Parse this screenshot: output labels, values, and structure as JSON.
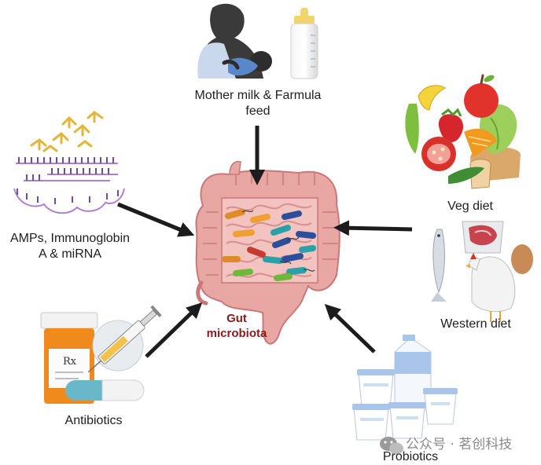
{
  "labels": {
    "mother_line1": "Mother milk & Farmula",
    "mother_line2": "feed",
    "amps_line1": "AMPs, Immunoglobin",
    "amps_line2": "A & miRNA",
    "veg": "Veg diet",
    "western": "Western diet",
    "antibiotics": "Antibiotics",
    "probiotics": "Probiotics",
    "gut_line1": "Gut",
    "gut_line2": "microbiota",
    "rx": "Rx"
  },
  "watermark": "公众号 · 茗创科技",
  "colors": {
    "arrow": "#1c1c1c",
    "gut_label": "#8b1a1a",
    "intestine": "#e8a7a2",
    "intestine_dark": "#c9787a",
    "rna_purple": "#b07fd0",
    "antibody": "#e3b53a",
    "pill_bottle": "#f08a1c",
    "carton_blue": "#a9c6ea"
  },
  "icons": {
    "center": "gut-intestine-icon",
    "top": "mother-feeding-baby-icon",
    "top_right": "vegetables-fruits-icon",
    "right": "fish-meat-chicken-egg-icon",
    "bottom_right": "dairy-yogurt-milk-icon",
    "bottom_left": "antibiotic-bottle-syringe-capsule-icon",
    "left": "antibody-rna-icon",
    "watermark": "wechat-logo-icon"
  }
}
